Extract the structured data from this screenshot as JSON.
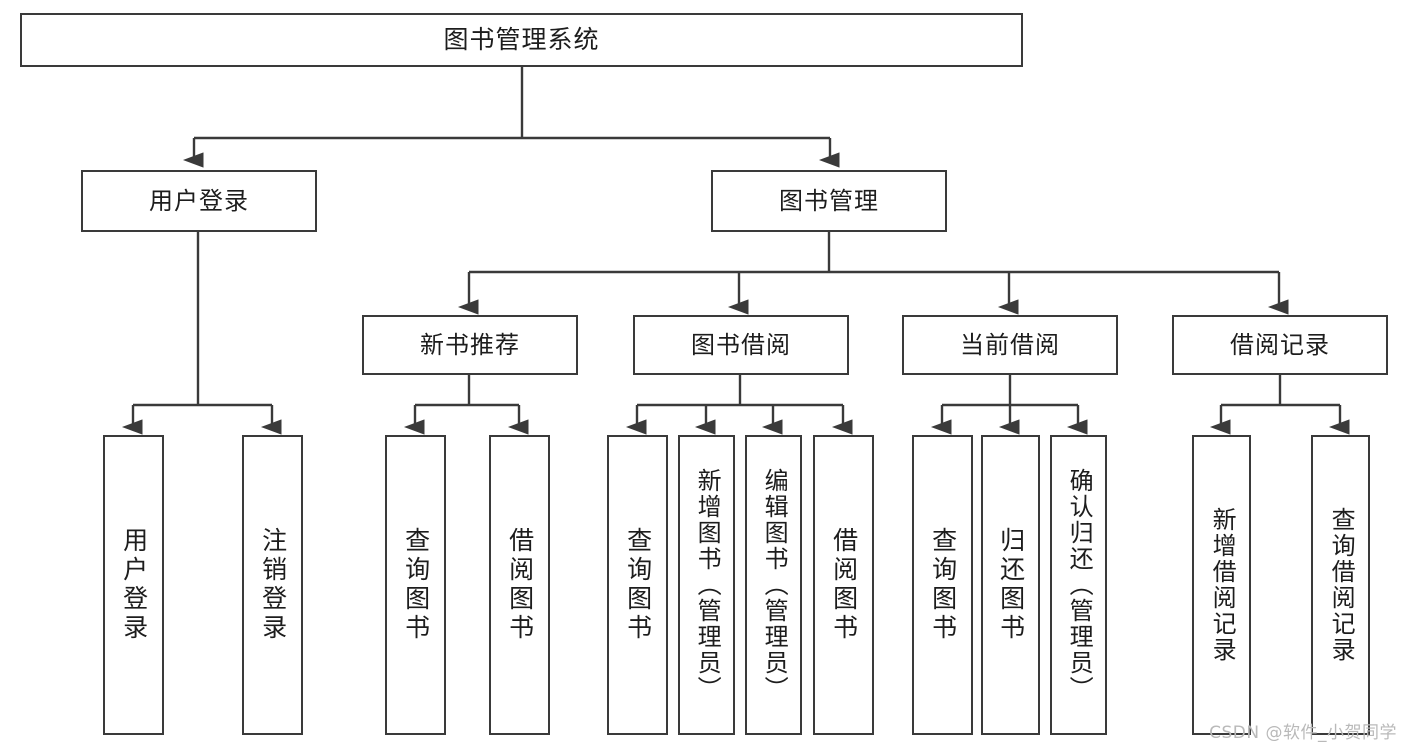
{
  "diagram": {
    "title": "图书管理系统",
    "watermark": "CSDN @软件_小贺同学",
    "line_color": "#3a3a3a",
    "box_fill": "#ffffff",
    "text_color": "#1d1d1d",
    "watermark_color": "#b9b9b9",
    "levels": {
      "root": "图书管理系统",
      "level2": [
        "用户登录",
        "图书管理"
      ],
      "level3": [
        "新书推荐",
        "图书借阅",
        "当前借阅",
        "借阅记录"
      ]
    },
    "nodes": {
      "root": {
        "label": "图书管理系统"
      },
      "user_login": {
        "label": "用户登录"
      },
      "book_manage": {
        "label": "图书管理"
      },
      "new_book_rec": {
        "label": "新书推荐"
      },
      "book_borrow": {
        "label": "图书借阅"
      },
      "current_borrow": {
        "label": "当前借阅"
      },
      "borrow_record": {
        "label": "借阅记录"
      }
    },
    "leaves": {
      "user_login": [
        {
          "label": "用户登录"
        },
        {
          "label": "注销登录"
        }
      ],
      "new_book_rec": [
        {
          "label": "查询图书"
        },
        {
          "label": "借阅图书"
        }
      ],
      "book_borrow": [
        {
          "label": "查询图书"
        },
        {
          "label": "新增图书（管理员）"
        },
        {
          "label": "编辑图书（管理员）"
        },
        {
          "label": "借阅图书"
        }
      ],
      "current_borrow": [
        {
          "label": "查询图书"
        },
        {
          "label": "归还图书"
        },
        {
          "label": "确认归还（管理员）"
        }
      ],
      "borrow_record": [
        {
          "label": "新增借阅记录"
        },
        {
          "label": "查询借阅记录"
        }
      ]
    }
  }
}
